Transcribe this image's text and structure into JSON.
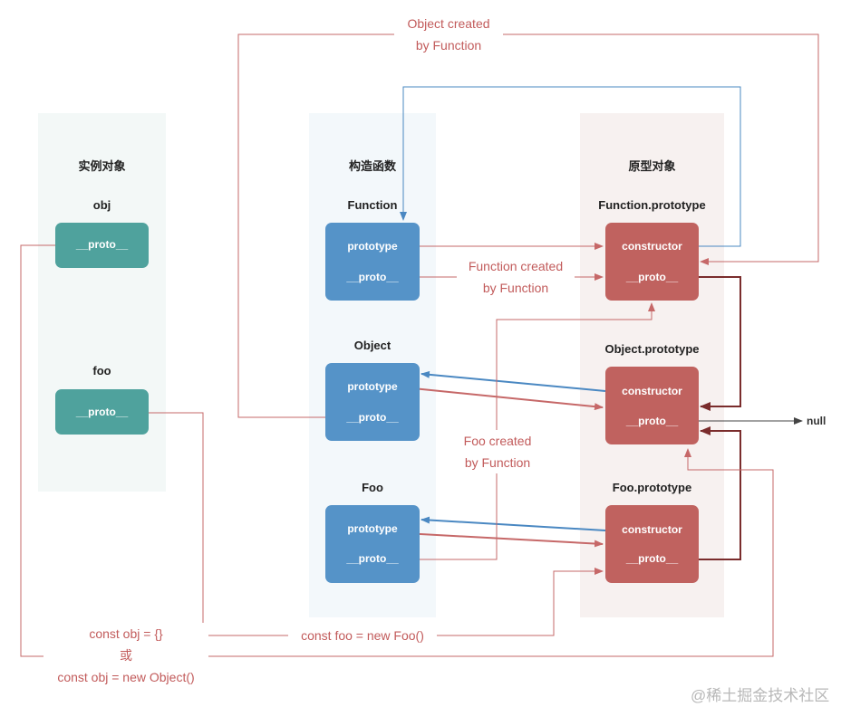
{
  "columns": {
    "instance": "实例对象",
    "constructor": "构造函数",
    "prototype": "原型对象"
  },
  "instances": [
    {
      "name": "obj",
      "field": "__proto__"
    },
    {
      "name": "foo",
      "field": "__proto__"
    }
  ],
  "constructors": [
    {
      "name": "Function",
      "fields": [
        "prototype",
        "__proto__"
      ]
    },
    {
      "name": "Object",
      "fields": [
        "prototype",
        "__proto__"
      ]
    },
    {
      "name": "Foo",
      "fields": [
        "prototype",
        "__proto__"
      ]
    }
  ],
  "prototypes": [
    {
      "name": "Function.prototype",
      "fields": [
        "constructor",
        "__proto__"
      ]
    },
    {
      "name": "Object.prototype",
      "fields": [
        "constructor",
        "__proto__"
      ]
    },
    {
      "name": "Foo.prototype",
      "fields": [
        "constructor",
        "__proto__"
      ]
    }
  ],
  "annotations": {
    "object_created_1": "Object created",
    "object_created_2": "by Function",
    "function_created_1": "Function created",
    "function_created_2": "by Function",
    "foo_created_1": "Foo created",
    "foo_created_2": "by Function",
    "const_foo": "const foo = new Foo()",
    "const_obj_1": "const obj = {}",
    "const_obj_2": "或",
    "const_obj_3": "const obj = new Object()"
  },
  "null_label": "null",
  "watermark": "@稀土掘金技术社区",
  "colors": {
    "instance_box": "#4fa29d",
    "constructor_box": "#5593c8",
    "prototype_box": "#c0625f",
    "instance_col_bg": "#f3f8f7",
    "constructor_col_bg": "#f3f8fb",
    "prototype_col_bg": "#f7f1f0",
    "red_line": "#c66868",
    "blue_line": "#4a88c2",
    "dark_red_line": "#7a2c2c",
    "annotation_text": "#c25b5b"
  }
}
